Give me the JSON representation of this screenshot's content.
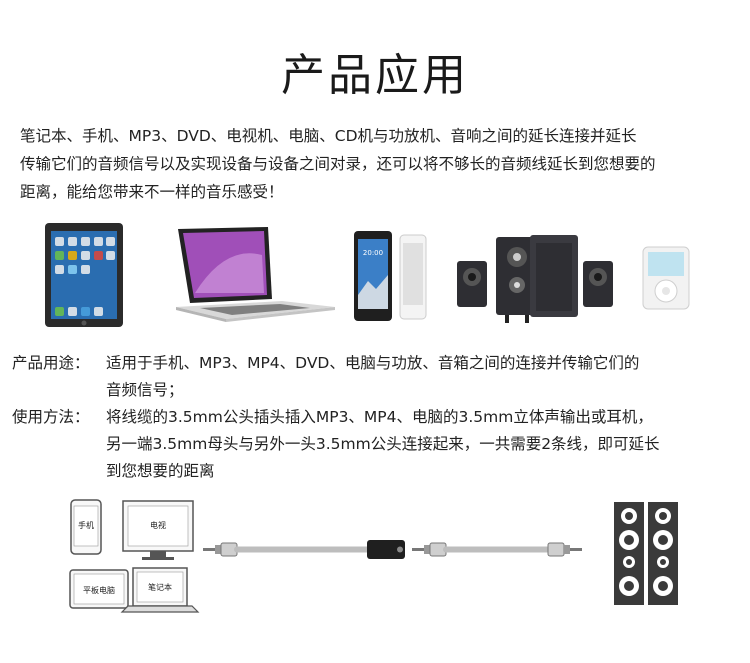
{
  "page": {
    "title": "产品应用",
    "intro_lines": [
      "笔记本、手机、MP3、DVD、电视机、电脑、CD机与功放机、音响之间的延长连接并延长",
      "传输它们的音频信号以及实现设备与设备之间对录，还可以将不够长的音频线延长到您想要的",
      "距离，能给您带来不一样的音乐感受！"
    ]
  },
  "devices": {
    "tablet_screen_color": "#2a6db0",
    "laptop_screen_color": "#a04fb8",
    "phone_screen_color": "#3b7fc7",
    "speaker_color": "#2e2e33",
    "phone_time": "20:00"
  },
  "usage": {
    "purpose_label": "产品用途：",
    "purpose_lines": [
      "适用于手机、MP3、MP4、DVD、电脑与功放、音箱之间的连接并传输它们的",
      "音频信号；"
    ],
    "method_label": "使用方法：",
    "method_lines": [
      "将线缆的3.5mm公头插头插入MP3、MP4、电脑的3.5mm立体声输出或耳机，",
      "另一端3.5mm母头与另外一头3.5mm公头连接起来，一共需要2条线，即可延长",
      "到您想要的距离"
    ]
  },
  "diagram": {
    "phone_label": "手机",
    "tv_label": "电视",
    "tablet_label": "平板电脑",
    "laptop_label": "笔记本",
    "speaker_color": "#3a3a3a"
  }
}
